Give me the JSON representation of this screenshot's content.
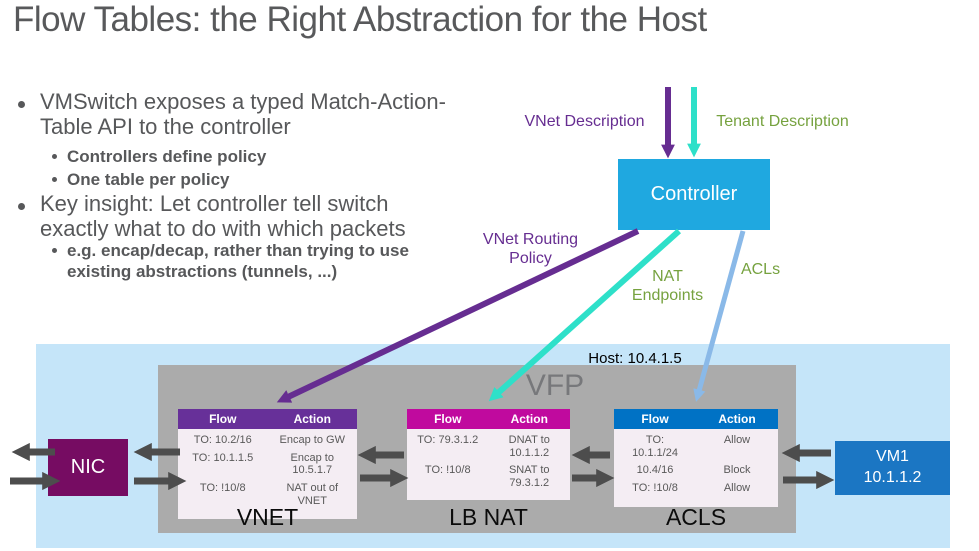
{
  "title": "Flow Tables: the Right Abstraction for the Host",
  "bullets": [
    {
      "text": "VMSwitch exposes a typed Match-Action-Table API to the controller"
    },
    {
      "text": "Controllers define policy"
    },
    {
      "text": "One table per policy"
    },
    {
      "text": "Key insight: Let controller tell switch exactly what to do with which packets"
    },
    {
      "text": "e.g. encap/decap, rather than trying to use existing abstractions (tunnels, ...)"
    }
  ],
  "diagram": {
    "vnet_description": "VNet Description",
    "tenant_description": "Tenant Description",
    "controller": "Controller",
    "vnet_routing_policy": "VNet Routing\nPolicy",
    "nat_endpoints": "NAT\nEndpoints",
    "acls": "ACLs",
    "host": "Host: 10.4.1.5",
    "vfp": "VFP",
    "nic": "NIC",
    "vm1": "VM1\n10.1.1.2",
    "colors": {
      "purple_arrow": "#662D91",
      "green_label": "#76A23F",
      "turquoise_arrow": "#2EE0C9",
      "light_blue_arrow": "#8AB9E8",
      "controller_blue": "#1FA8E0",
      "host_band_blue": "#C5E5F9",
      "vfp_gray": "#ABABAB",
      "nic_magenta": "#760C62",
      "vm_blue": "#1B76C3",
      "dark_arrow": "#4D4D4D",
      "vnet_header": "#673099",
      "lbnat_header": "#C00A9E",
      "acls_header": "#0072C5"
    },
    "tables": [
      {
        "label": "VNET",
        "headers": [
          "Flow",
          "Action"
        ],
        "rows": [
          [
            "TO: 10.2/16",
            "Encap to GW"
          ],
          [
            "TO: 10.1.1.5",
            "Encap to\n10.5.1.7"
          ],
          [
            "TO: !10/8",
            "NAT out of\nVNET"
          ]
        ]
      },
      {
        "label": "LB NAT",
        "headers": [
          "Flow",
          "Action"
        ],
        "rows": [
          [
            "TO: 79.3.1.2",
            "DNAT to\n10.1.1.2"
          ],
          [
            "TO: !10/8",
            "SNAT to\n79.3.1.2"
          ]
        ]
      },
      {
        "label": "ACLS",
        "headers": [
          "Flow",
          "Action"
        ],
        "rows": [
          [
            "TO:\n10.1.1/24",
            "Allow"
          ],
          [
            "10.4/16",
            "Block"
          ],
          [
            "TO: !10/8",
            "Allow"
          ]
        ]
      }
    ]
  }
}
